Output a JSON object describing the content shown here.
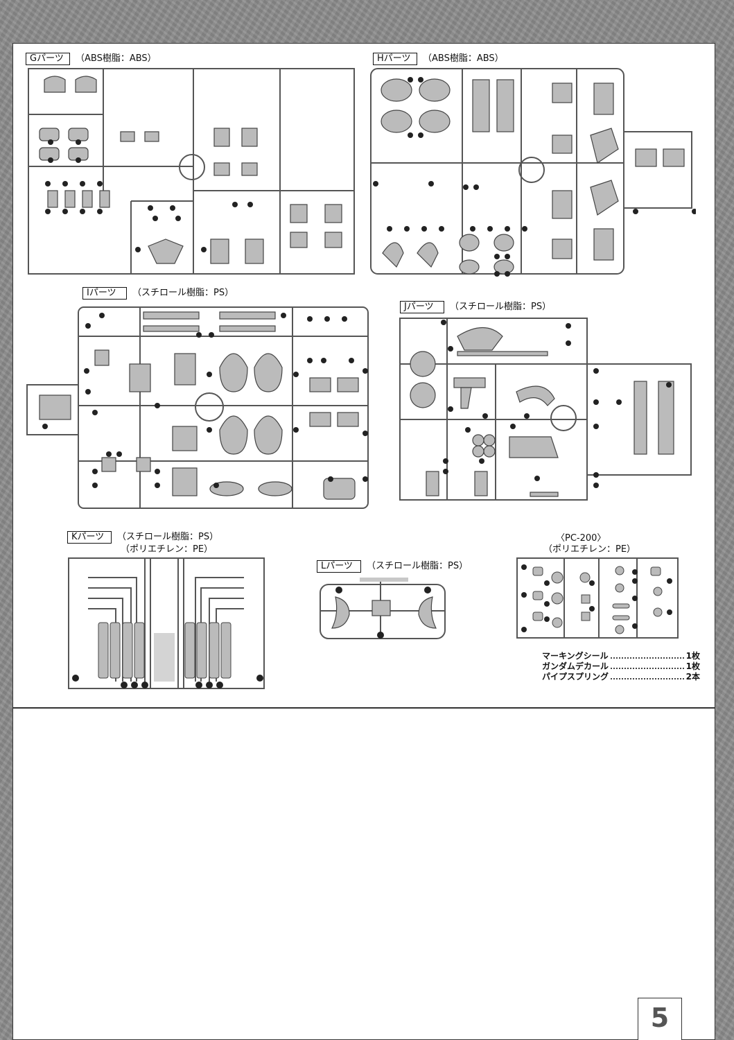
{
  "sections": {
    "g": {
      "tag": "Gパーツ",
      "material": "（ABS樹脂：ABS）"
    },
    "h": {
      "tag": "Hパーツ",
      "material": "（ABS樹脂：ABS）"
    },
    "i": {
      "tag": "Iパーツ",
      "material": "（スチロール樹脂：PS）"
    },
    "j": {
      "tag": "Jパーツ",
      "material": "（スチロール樹脂：PS）"
    },
    "k": {
      "tag": "Kパーツ",
      "material": "（スチロール樹脂：PS）",
      "material2": "（ポリエチレン：PE）"
    },
    "l": {
      "tag": "Lパーツ",
      "material": "（スチロール樹脂：PS）"
    },
    "pc": {
      "title": "〈PC-200〉",
      "material": "（ポリエチレン：PE）"
    }
  },
  "extras": [
    {
      "name": "マーキングシール",
      "qty": "1枚"
    },
    {
      "name": "ガンダムデカール",
      "qty": "1枚"
    },
    {
      "name": "パイプスプリング",
      "qty": "2本"
    }
  ],
  "page_number": "5"
}
